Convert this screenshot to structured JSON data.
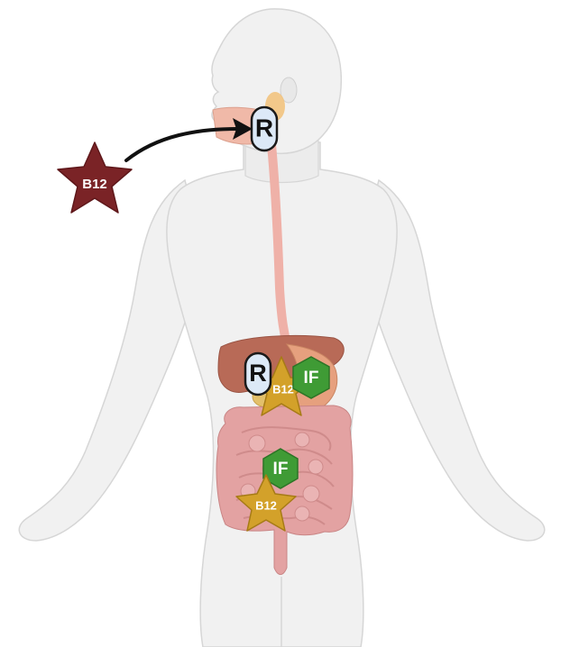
{
  "diagram": {
    "dietary_b12": {
      "label": "B12",
      "color": "#7a2326",
      "icon": "star-icon"
    },
    "mouth_r_protein": {
      "label": "R",
      "color": "#dce9f7",
      "icon": "oval-badge-icon"
    },
    "stomach_r_protein": {
      "label": "R",
      "color": "#dce9f7",
      "icon": "oval-badge-icon"
    },
    "stomach_b12": {
      "label": "B12",
      "color": "#d3a12a",
      "icon": "star-icon"
    },
    "stomach_if": {
      "label": "IF",
      "color": "#3f9b35",
      "icon": "hexagon-icon"
    },
    "intestine_if": {
      "label": "IF",
      "color": "#3f9b35",
      "icon": "hexagon-icon"
    },
    "intestine_b12": {
      "label": "B12",
      "color": "#d3a12a",
      "icon": "star-icon"
    },
    "colors": {
      "body_fill": "#f1f1f1",
      "body_outline": "#d6d6d6",
      "esophagus": "#efb1a8",
      "liver": "#b86a57",
      "gallbladder": "#e3c06a",
      "stomach": "#e6a07e",
      "intestine": "#e3a2a2",
      "arrow": "#111111"
    }
  }
}
